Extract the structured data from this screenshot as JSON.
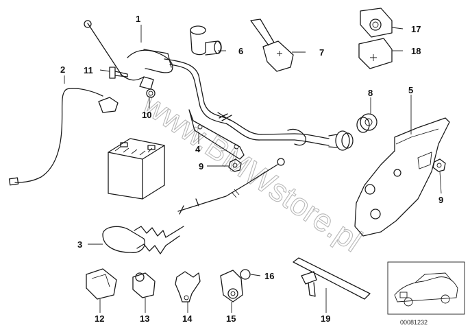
{
  "watermark": "www.BMWstore.pl",
  "reference_number": "00081232",
  "callouts": {
    "c1": "1",
    "c2": "2",
    "c3": "3",
    "c4": "4",
    "c5": "5",
    "c6": "6",
    "c7": "7",
    "c8": "8",
    "c9a": "9",
    "c9b": "9",
    "c10": "10",
    "c11": "11",
    "c12": "12",
    "c13": "13",
    "c14": "14",
    "c15": "15",
    "c16": "16",
    "c17": "17",
    "c18": "18",
    "c19": "19"
  }
}
